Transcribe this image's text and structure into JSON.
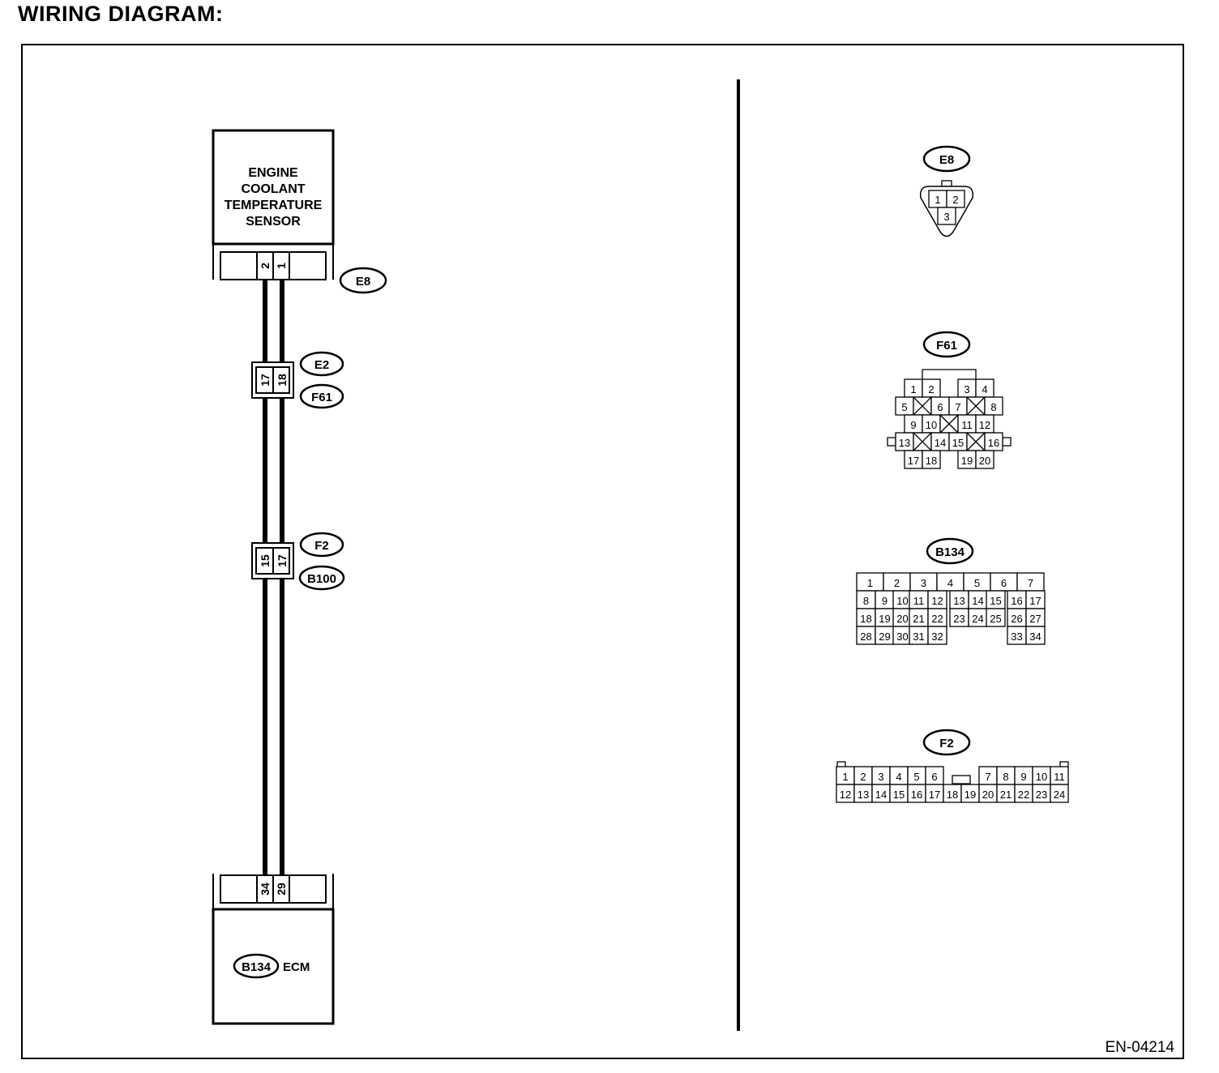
{
  "title": "WIRING DIAGRAM:",
  "figure_id": "EN-04214",
  "components": {
    "sensor": {
      "lines": [
        "ENGINE",
        "COOLANT",
        "TEMPERATURE",
        "SENSOR"
      ],
      "connector": "E8",
      "pins": [
        "2",
        "1"
      ]
    },
    "ecm": {
      "connector": "B134",
      "label": "ECM",
      "pins": [
        "34",
        "29"
      ]
    }
  },
  "junctions": [
    {
      "upper": "E2",
      "lower": "F61",
      "pins": [
        "17",
        "18"
      ]
    },
    {
      "upper": "F2",
      "lower": "B100",
      "pins": [
        "15",
        "17"
      ]
    }
  ],
  "connector_views": {
    "E8": {
      "label": "E8",
      "pins": [
        "1",
        "2",
        "3"
      ]
    },
    "F61": {
      "label": "F61",
      "rows": [
        [
          "1",
          "2",
          "3",
          "4"
        ],
        [
          "5",
          "6",
          "7",
          "8"
        ],
        [
          "9",
          "10",
          "11",
          "12"
        ],
        [
          "13",
          "14",
          "15",
          "16"
        ],
        [
          "17",
          "18",
          "19",
          "20"
        ]
      ]
    },
    "B134": {
      "label": "B134",
      "rows": [
        [
          "1",
          "2",
          "3",
          "4",
          "5",
          "6",
          "7"
        ],
        [
          "8",
          "9",
          "10",
          "11",
          "12",
          "13",
          "14",
          "15",
          "16",
          "17"
        ],
        [
          "18",
          "19",
          "20",
          "21",
          "22",
          "23",
          "24",
          "25",
          "26",
          "27"
        ],
        [
          "28",
          "29",
          "30",
          "31",
          "32",
          "33",
          "34"
        ]
      ]
    },
    "F2": {
      "label": "F2",
      "rows": [
        [
          "1",
          "2",
          "3",
          "4",
          "5",
          "6",
          "7",
          "8",
          "9",
          "10",
          "11"
        ],
        [
          "12",
          "13",
          "14",
          "15",
          "16",
          "17",
          "18",
          "19",
          "20",
          "21",
          "22",
          "23",
          "24"
        ]
      ]
    }
  }
}
